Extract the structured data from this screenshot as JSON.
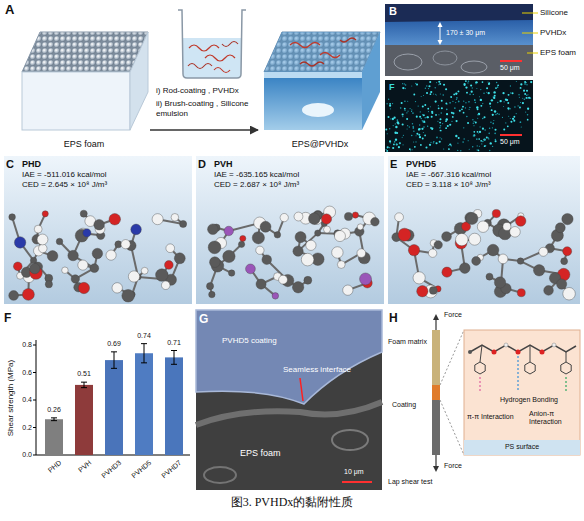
{
  "diagram": {
    "caption": "图3. PVHDx的黏附性质",
    "nodes": [
      {
        "text": [
          "EPS foam"
        ]
      },
      {
        "text": [
          "EPS@PVHDx"
        ]
      },
      {
        "text": [
          "PHD",
          "IAE = -511.016 kcal/mol",
          "CED = 2.645 × 10⁸ J/m³"
        ]
      },
      {
        "text": [
          "PVH",
          "IAE = -635.165 kcal/mol",
          "CED = 2.687 × 10⁸ J/m³"
        ]
      },
      {
        "text": [
          "PVHD5",
          "IAE = -667.316 kcal/mol",
          "CED = 3.118 × 10⁸ J/m³"
        ]
      }
    ],
    "edges": [
      {
        "from": 0,
        "to": 1,
        "arrow": "to"
      }
    ],
    "labels": [
      "A",
      "i) Rod-coating , PVHDx",
      "ii) Brush-coating , Silicone emulsion",
      "B",
      "Silicone",
      "PVHDx",
      "EPS foam",
      "170 ± 30 μm",
      "50 μm",
      "F",
      "50 μm",
      "C",
      "D",
      "E",
      "F",
      "Shear strength (MPa)",
      "0.0",
      "0.2",
      "0.4",
      "0.6",
      "0.8",
      "0.26",
      "0.51",
      "0.69",
      "0.74",
      "0.71",
      "PHD",
      "PVH",
      "PVHD3",
      "PVHD5",
      "PVHD7",
      "G",
      "PVHD5 coating",
      "Seamless interface",
      "EPS foam",
      "10 μm",
      "H",
      "Force",
      "Foam matrix",
      "Coating",
      "Force",
      "Lap shear test",
      "Hydrogen Bonding",
      "π-π Interaction",
      "Anion-π Interaction",
      "PS surface"
    ]
  }
}
